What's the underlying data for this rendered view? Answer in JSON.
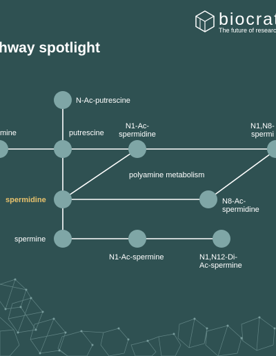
{
  "logo": {
    "word": "biocrat",
    "tagline": "The future of research a"
  },
  "title": "thway spotlight",
  "nodes": {
    "n_ac_putrescine": "N-Ac-putrescine",
    "ornithine_partial": "mine",
    "putrescine": "putrescine",
    "n1_ac_spermidine_l1": "N1-Ac-",
    "n1_ac_spermidine_l2": "spermidine",
    "n1n8_l1": "N1,N8-",
    "n1n8_l2": "spermi",
    "polyamine_metabolism": "polyamine metabolism",
    "spermidine": "spermidine",
    "n8_ac_spermidine_l1": "N8-Ac-",
    "n8_ac_spermidine_l2": "spermidine",
    "spermine": "spermine",
    "n1_ac_spermine": "N1-Ac-spermine",
    "n1n12_l1": "N1,N12-Di-",
    "n1n12_l2": "Ac-spermine"
  },
  "colors": {
    "background": "#2f5152",
    "node_fill": "#7fa6a6",
    "edge": "#ffffff",
    "highlight": "#e8c26c"
  },
  "icons": [
    "biocrates-hexagon-logo-icon",
    "polyhedra-network-decoration"
  ]
}
